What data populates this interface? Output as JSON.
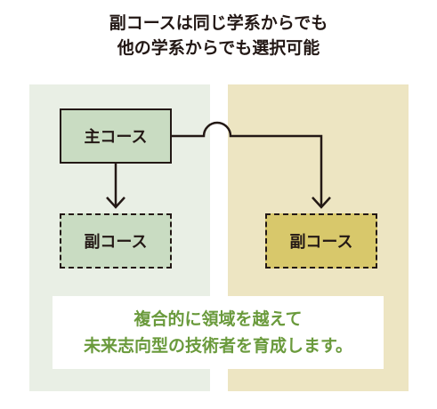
{
  "heading": {
    "line1": "副コースは同じ学系からでも",
    "line2": "他の学系からでも選択可能"
  },
  "boxes": {
    "main_course": "主コース",
    "sub_course_left": "副コース",
    "sub_course_right": "副コース"
  },
  "message": {
    "line1": "複合的に領域を越えて",
    "line2": "未来志向型の技術者を育成します。"
  },
  "colors": {
    "left_panel": "#e9efe5",
    "right_panel": "#ede5c2",
    "main_box_fill": "#c9dcc2",
    "right_sub_fill": "#d8c86b",
    "message_text": "#6a9a3c",
    "line": "#231815"
  }
}
